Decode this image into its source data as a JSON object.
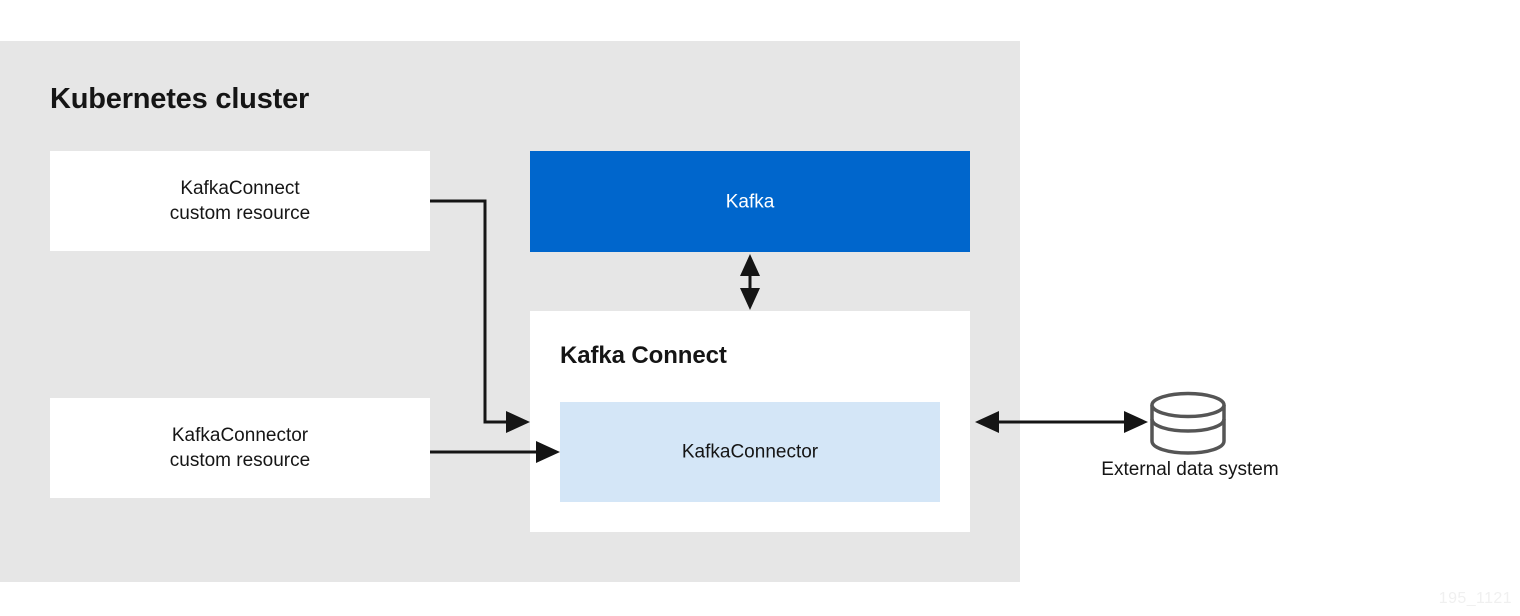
{
  "diagram": {
    "cluster": {
      "title": "Kubernetes cluster",
      "bg_color": "#e6e6e6"
    },
    "nodes": {
      "kafka_connect_cr": {
        "line1": "KafkaConnect",
        "line2": "custom resource",
        "fill": "#ffffff"
      },
      "kafka_connector_cr": {
        "line1": "KafkaConnector",
        "line2": "custom resource",
        "fill": "#ffffff"
      },
      "kafka": {
        "label": "Kafka",
        "fill": "#0066cc",
        "text_color": "#ffffff"
      },
      "kafka_connect": {
        "heading": "Kafka Connect",
        "fill": "#ffffff"
      },
      "kafka_connector_instance": {
        "label": "KafkaConnector",
        "fill": "#d4e6f7"
      },
      "external_system": {
        "label": "External data system",
        "icon": "database-cylinder-icon"
      }
    },
    "connectors": {
      "kafka_to_connect": "bidirectional-vertical-arrow",
      "cr_to_connect": "elbow-arrow",
      "cr_to_connector": "straight-arrow",
      "connect_to_external": "bidirectional-horizontal-arrow"
    },
    "watermark": "195_1121"
  }
}
